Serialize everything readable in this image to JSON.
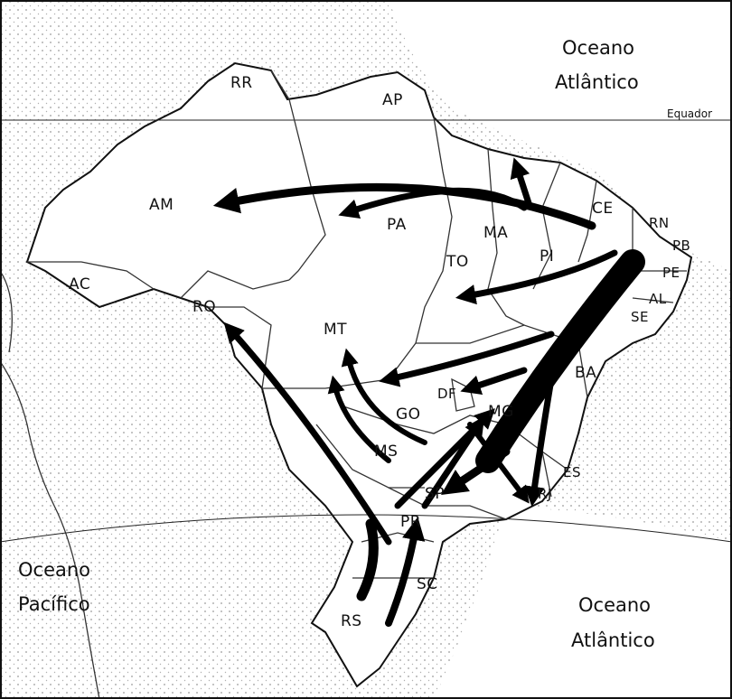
{
  "oceans": {
    "atlantic_north": [
      "Oceano",
      "Atlântico"
    ],
    "atlantic_south": [
      "Oceano",
      "Atlântico"
    ],
    "pacific": [
      "Oceano",
      "Pacífico"
    ]
  },
  "lines": {
    "equator": "Equador"
  },
  "states": {
    "RR": "RR",
    "AP": "AP",
    "AM": "AM",
    "PA": "PA",
    "MA": "MA",
    "CE": "CE",
    "RN": "RN",
    "PB": "PB",
    "PE": "PE",
    "AL": "AL",
    "SE": "SE",
    "PI": "PI",
    "TO": "TO",
    "AC": "AC",
    "RO": "RO",
    "MT": "MT",
    "BA": "BA",
    "DF": "DF",
    "GO": "GO",
    "MG": "MG",
    "MS": "MS",
    "SP": "SP",
    "ES": "ES",
    "RJ": "RJ",
    "PR": "PR",
    "SC": "SC",
    "RS": "RS"
  },
  "colors": {
    "land": "#ffffff",
    "sea_dots": "#9a9a9a",
    "border": "#111111",
    "arrows": "#000000"
  }
}
